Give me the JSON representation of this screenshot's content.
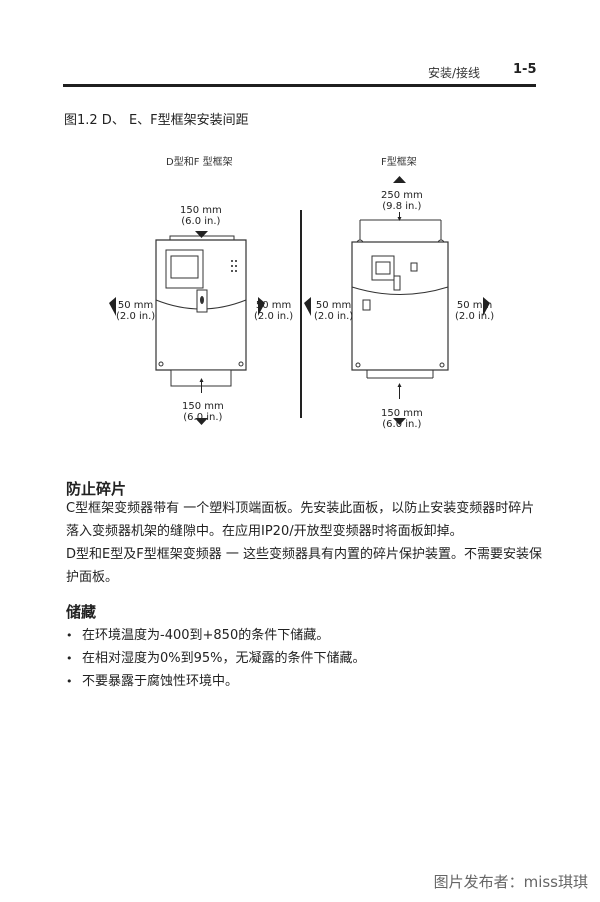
{
  "header": {
    "section": "安装/接线",
    "page_number": "1-5"
  },
  "figure": {
    "caption": "图1.2 D、 E、F型框架安装间距",
    "left_title": "D型和F 型框架",
    "right_title": "F型框架",
    "left_dims": {
      "top": {
        "value": "150 mm",
        "sub": "(6.0 in.)"
      },
      "left": {
        "value": "50 mm",
        "sub": "(2.0 in.)"
      },
      "right": {
        "value": "50 mm",
        "sub": "(2.0 in.)"
      },
      "bottom": {
        "value": "150 mm",
        "sub": "(6.0 in.)"
      }
    },
    "right_dims": {
      "top": {
        "value": "250 mm",
        "sub": "(9.8 in.)"
      },
      "left": {
        "value": "50 mm",
        "sub": "(2.0 in.)"
      },
      "right": {
        "value": "50 mm",
        "sub": "(2.0 in.)"
      },
      "bottom": {
        "value": "150 mm",
        "sub": "(6.0 in.)"
      }
    }
  },
  "section1": {
    "heading": "防止碎片",
    "para1": "C型框架变频器带有 一个塑料顶端面板。先安装此面板，以防止安装变频器时碎片落入变频器机架的缝隙中。在应用IP20/开放型变频器时将面板卸掉。",
    "para2": "D型和E型及F型框架变频器 一 这些变频器具有内置的碎片保护装置。不需要安装保护面板。"
  },
  "section2": {
    "heading": "储藏",
    "bullets": [
      "在环境温度为-400到+850的条件下储藏。",
      "在相对湿度为0%到95%，无凝露的条件下储藏。",
      "不要暴露于腐蚀性环境中。"
    ]
  },
  "footer": {
    "watermark": "图片发布者：miss琪琪"
  }
}
